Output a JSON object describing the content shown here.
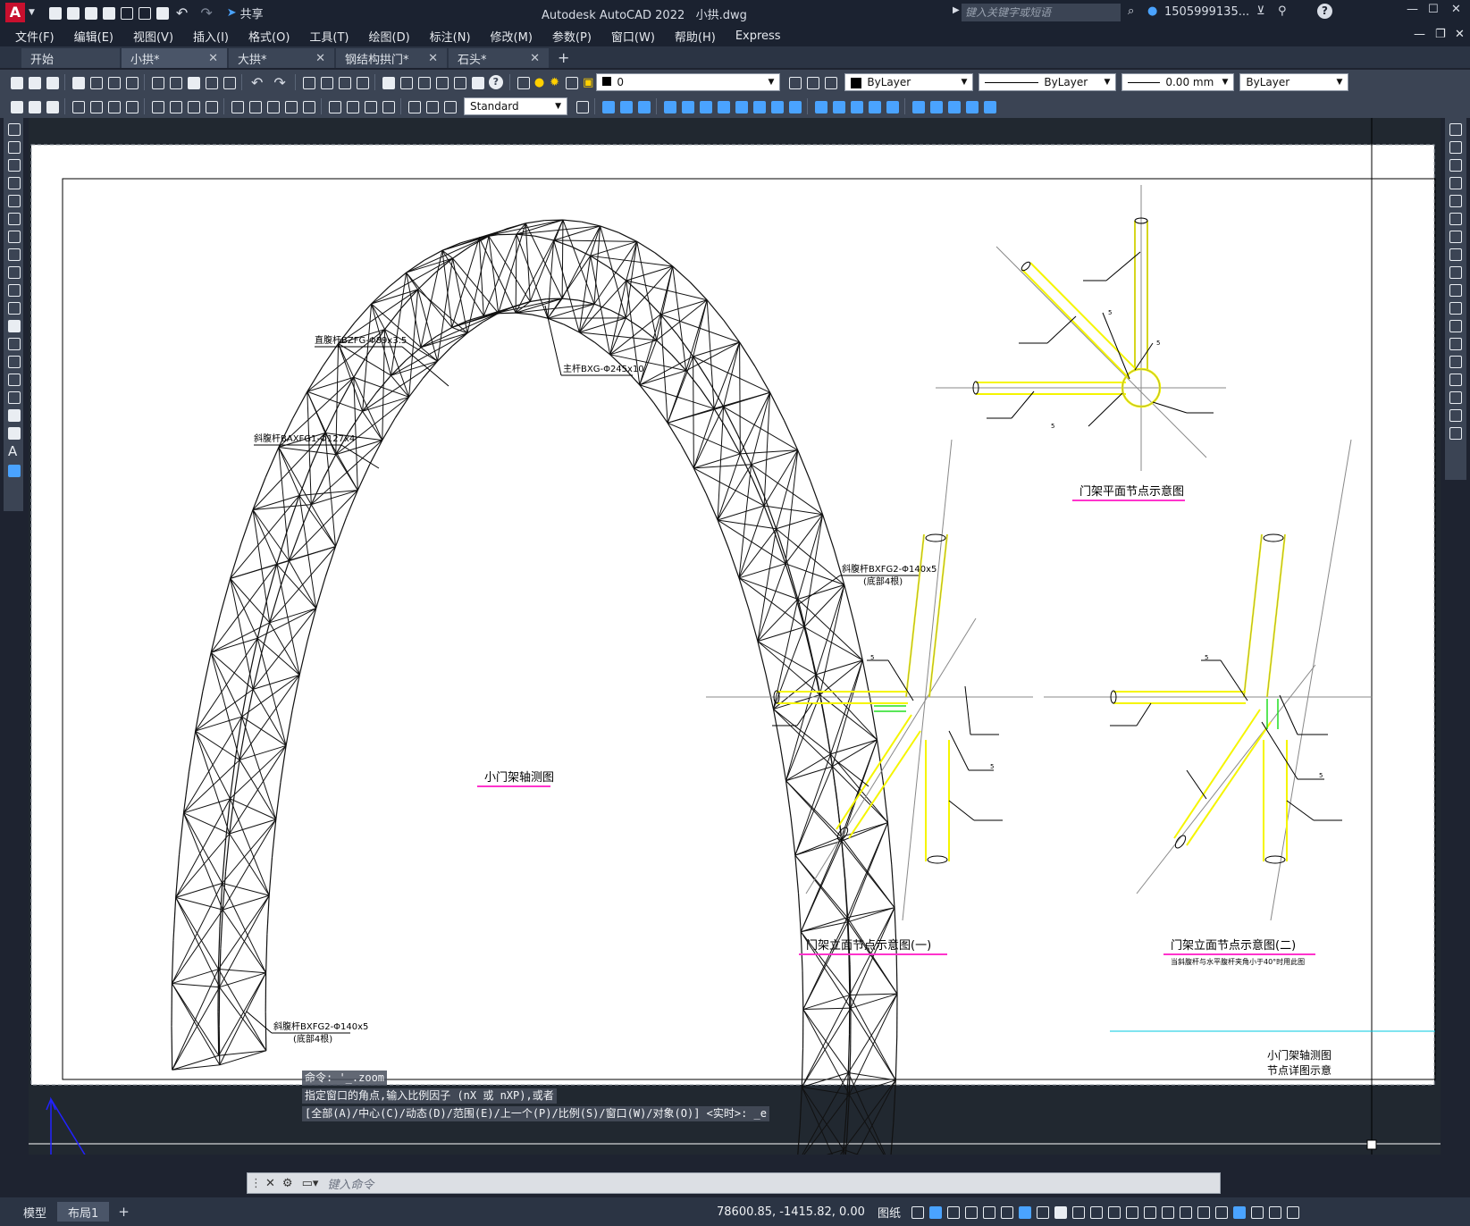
{
  "app": {
    "title": "Autodesk AutoCAD 2022",
    "filename": "小拱.dwg",
    "search_placeholder": "键入关键字或短语",
    "user": "1505999135...",
    "share_label": "共享"
  },
  "menu": [
    "文件(F)",
    "编辑(E)",
    "视图(V)",
    "插入(I)",
    "格式(O)",
    "工具(T)",
    "绘图(D)",
    "标注(N)",
    "修改(M)",
    "参数(P)",
    "窗口(W)",
    "帮助(H)",
    "Express"
  ],
  "tabs": [
    {
      "label": "开始",
      "closable": false
    },
    {
      "label": "小拱*",
      "closable": true,
      "active": true
    },
    {
      "label": "大拱*",
      "closable": true
    },
    {
      "label": "钢结构拱门*",
      "closable": true
    },
    {
      "label": "石头*",
      "closable": true
    }
  ],
  "toolbar": {
    "layer_value": "0",
    "color_value": "ByLayer",
    "linetype_value": "ByLayer",
    "lineweight_value": "0.00 mm",
    "plotstyle_value": "ByLayer",
    "text_style": "Standard"
  },
  "drawing": {
    "main_title": "小门架轴测图",
    "annotations": {
      "a1": "直腹杆BZFG-Φ89x3.5",
      "a2": "主杆BXG-Φ245x10",
      "a3": "斜腹杆BAXFG1-Φ127x4",
      "a4": "斜腹杆BXFG2-Φ140x5",
      "a4b": "(底部4根)",
      "a5": "斜腹杆BXFG2-Φ140x5",
      "a5b": "(底部4根)"
    },
    "plan_title": "门架平面节点示意图",
    "elev1_title": "门架立面节点示意图(一)",
    "elev2_title": "门架立面节点示意图(二)",
    "elev2_note": "当斜腹杆与水平腹杆夹角小于40°时用此图",
    "weld": "5",
    "tb_line1": "小门架轴测图",
    "tb_line2": "节点详图示意"
  },
  "command": {
    "history": [
      "命令: '_.zoom",
      "指定窗口的角点,输入比例因子 (nX 或 nXP),或者",
      "[全部(A)/中心(C)/动态(D)/范围(E)/上一个(P)/比例(S)/窗口(W)/对象(O)] <实时>: _e"
    ],
    "placeholder": "键入命令"
  },
  "layouts": [
    {
      "label": "模型",
      "active": false
    },
    {
      "label": "布局1",
      "active": true
    }
  ],
  "status": {
    "coords": "78600.85, -1415.82, 0.00",
    "paper_label": "图纸"
  },
  "colors": {
    "ui_dark": "#1b2230",
    "toolbar": "#3b4454",
    "paper": "#ffffff",
    "accent_yellow": "#f5f500",
    "title_underline": "#ff33cc",
    "ucs_blue": "#2222ff"
  }
}
